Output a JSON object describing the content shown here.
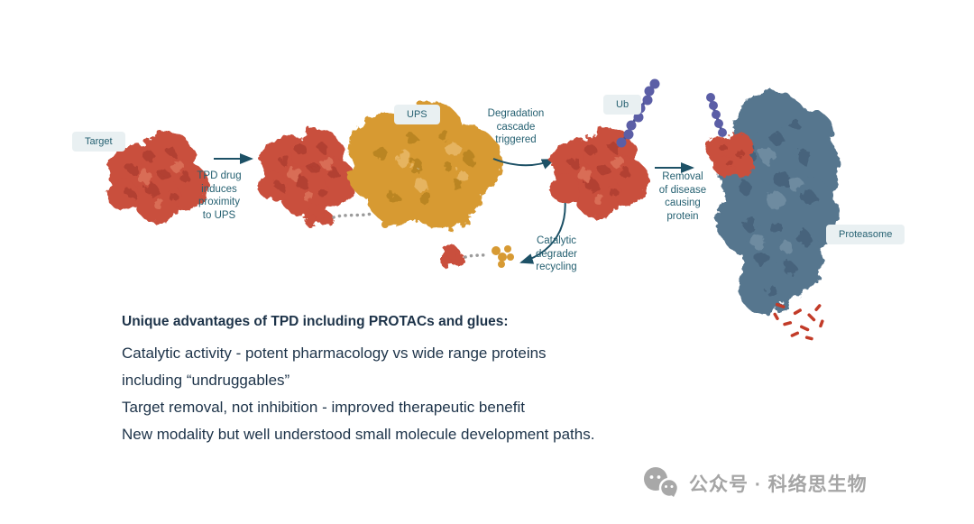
{
  "colors": {
    "target_protein": "#c94f3d",
    "ups_complex": "#d79a33",
    "proteasome": "#56768e",
    "ubiquitin_chain": "#5b5ea6",
    "annotation_text": "#256071",
    "arrow": "#1d5166",
    "label_pill_bg": "#e9f0f2",
    "body_text": "#1d3349",
    "watermark": "#a5a5a5"
  },
  "diagram": {
    "pills": {
      "target": "Target",
      "ups": "UPS",
      "ub": "Ub",
      "proteasome": "Proteasome"
    },
    "annotations": {
      "tpd_drug": "TPD drug\ninduces\nproximity\nto UPS",
      "cascade": "Degradation\ncascade\ntriggered",
      "recycling": "Catalytic\ndegrader\nrecycling",
      "removal": "Removal\nof disease\ncausing\nprotein"
    }
  },
  "advantages": {
    "heading": "Unique advantages of TPD including PROTACs and glues:",
    "items": [
      "Catalytic activity - potent pharmacology vs wide range proteins\nincluding “undruggables”",
      "Target removal, not inhibition - improved therapeutic benefit",
      "New modality but well understood small molecule development paths."
    ]
  },
  "watermark": {
    "icon": "wechat-icon",
    "text": "公众号 · 科络思生物"
  }
}
